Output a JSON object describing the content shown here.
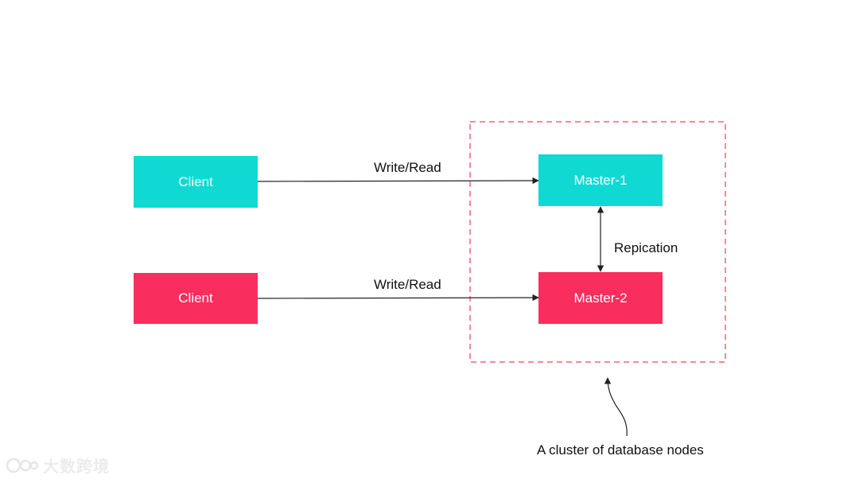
{
  "colors": {
    "teal": "#10d9d4",
    "pink": "#fa2d5f",
    "cluster_border": "#f0627f",
    "line": "#222222"
  },
  "nodes": {
    "client_top": "Client",
    "client_bottom": "Client",
    "master1": "Master-1",
    "master2": "Master-2"
  },
  "edges": {
    "top_label": "Write/Read",
    "bottom_label": "Write/Read",
    "replication_label": "Repication"
  },
  "cluster_caption": "A cluster of database nodes",
  "watermark": {
    "text": "大数跨境",
    "icon": "logo-mark-icon"
  }
}
